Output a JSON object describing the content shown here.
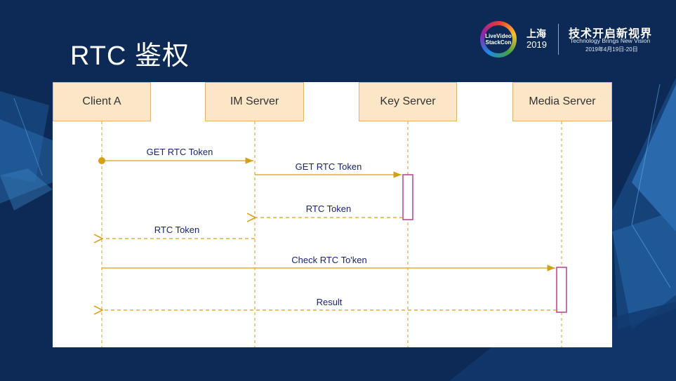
{
  "slide": {
    "title": "RTC 鉴权"
  },
  "logo": {
    "badge_line1": "LiveVideo",
    "badge_line2": "StackCon",
    "city": "上海",
    "year": "2019",
    "slogan": "技术开启新视界",
    "subtitle": "Technology Brings New Vision",
    "date": "2019年4月19日-20日"
  },
  "diagram": {
    "participants": [
      "Client A",
      "IM Server",
      "Key Server",
      "Media Server"
    ],
    "messages": [
      {
        "label": "GET RTC Token",
        "from": "Client A",
        "to": "IM Server",
        "style": "solid"
      },
      {
        "label": "GET RTC Token",
        "from": "IM Server",
        "to": "Key Server",
        "style": "solid"
      },
      {
        "label": "RTC Token",
        "from": "Key Server",
        "to": "IM Server",
        "style": "dashed"
      },
      {
        "label": "RTC Token",
        "from": "IM Server",
        "to": "Client A",
        "style": "dashed"
      },
      {
        "label": "Check RTC To'ken",
        "from": "Client A",
        "to": "Media Server",
        "style": "solid"
      },
      {
        "label": "Result",
        "from": "Media Server",
        "to": "Client A",
        "style": "dashed"
      }
    ],
    "colors": {
      "line": "#d4a017",
      "activation": "#b5408f",
      "participant_fill": "#fbe6c8",
      "participant_border": "#e5b36d",
      "label_text": "#1a2370",
      "background": "#0c2a55"
    }
  }
}
